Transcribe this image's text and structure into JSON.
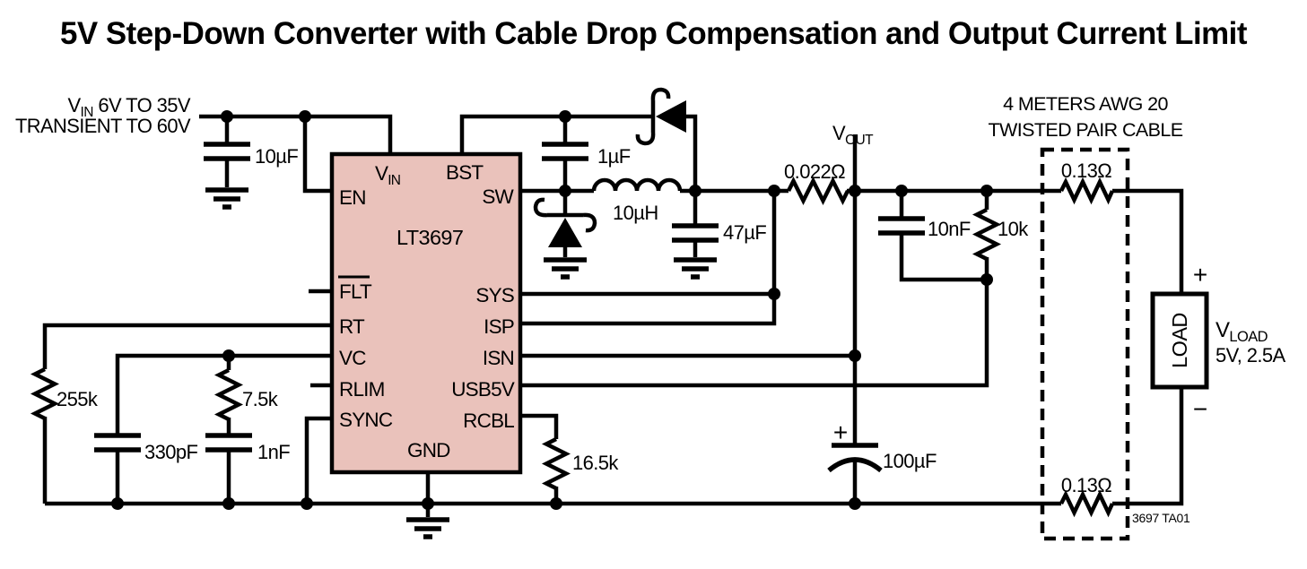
{
  "title": "5V Step-Down Converter with Cable Drop Compensation and Output Current Limit",
  "input": {
    "v": "V",
    "v_sub": "IN",
    "v_rest": " 6V TO 35V",
    "line2": "TRANSIENT TO 60V"
  },
  "ic": {
    "part": "LT3697",
    "pins": {
      "vin": "V",
      "vin_sub": "IN",
      "bst": "BST",
      "en": "EN",
      "flt": "FLT",
      "rt": "RT",
      "vc": "VC",
      "rlim": "RLIM",
      "sync": "SYNC",
      "sw": "SW",
      "sys": "SYS",
      "isp": "ISP",
      "isn": "ISN",
      "usb5v": "USB5V",
      "rcbl": "RCBL",
      "gnd": "GND"
    }
  },
  "components": {
    "c_in": "10µF",
    "c_bst": "1µF",
    "l1": "10µH",
    "c_out": "47µF",
    "r_sense": "0.022Ω",
    "c_filt": "10nF",
    "r_filt": "10k",
    "c_bulk": "100µF",
    "c_bulk_polarity": "+",
    "r_rcbl": "16.5k",
    "r_rt": "255k",
    "r_vc": "7.5k",
    "c_vc1": "330pF",
    "c_vc2": "1nF",
    "r_cable_top": "0.13Ω",
    "r_cable_bot": "0.13Ω"
  },
  "output": {
    "v": "V",
    "v_sub": "OUT"
  },
  "cable": {
    "line1": "4 METERS AWG 20",
    "line2": "TWISTED PAIR CABLE"
  },
  "load": {
    "box": "LOAD",
    "v": "V",
    "v_sub": "LOAD",
    "spec": "5V, 2.5A",
    "plus": "+",
    "minus": "−"
  },
  "note": "3697 TA01",
  "colors": {
    "ic_fill": "#eac2bb",
    "wire": "#000000",
    "background": "#ffffff"
  }
}
